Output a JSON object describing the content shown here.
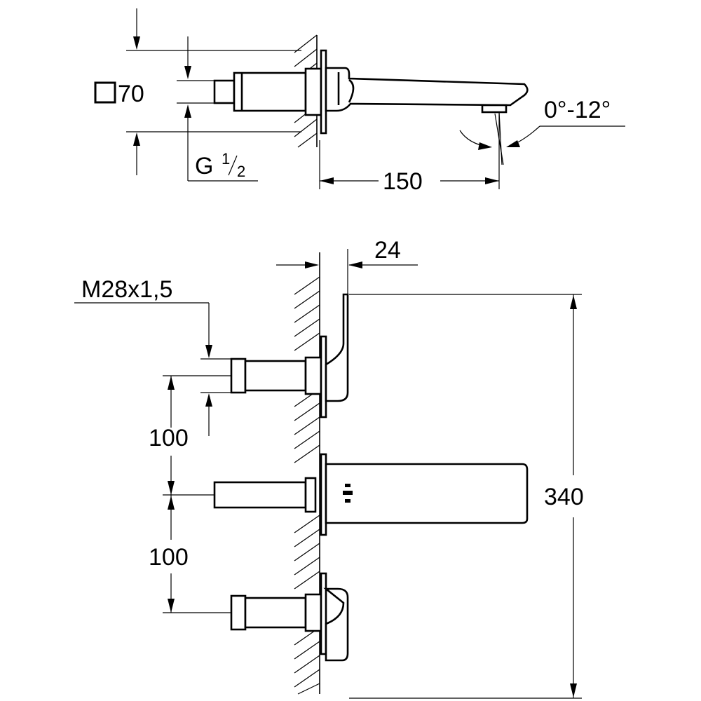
{
  "top_view": {
    "square_dim": "70",
    "thread_label_main": "G",
    "thread_label_num": "1",
    "thread_label_den": "2",
    "spout_length": "150",
    "tilt_range": "0°-12°"
  },
  "front_view": {
    "plate_thickness": "24",
    "thread_spec": "M28x1,5",
    "spacing_upper": "100",
    "spacing_lower": "100",
    "total_height": "340"
  },
  "colors": {
    "line": "#000000",
    "background": "#ffffff"
  }
}
